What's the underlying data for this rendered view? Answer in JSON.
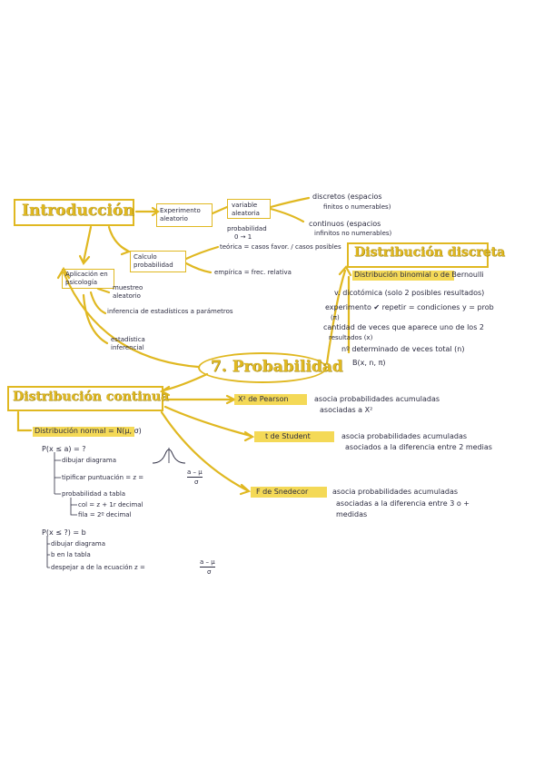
{
  "map": {
    "intro": {
      "title": "Introducción",
      "experimento": "Experimento aleatorio",
      "variable": "variable aleatoria",
      "discretos": "discretos (espacios",
      "discretos2": "finitos o numerables)",
      "continuos": "continuos (espacios",
      "continuos2": "infinitos no numerables)",
      "probabilidad": "probabilidad",
      "rango": "0 → 1",
      "calculo": "Calculo probabilidad",
      "teorica": "teórica = casos favor. / casos posibles",
      "empirica": "empírica = frec. relativa",
      "aplicacion": "Aplicación en psicología",
      "muestreo": "muestreo aleatorio",
      "inferencia": "inferencia de estadísticos a parámetros",
      "estadistica": "estadística inferencial"
    },
    "center": {
      "title": "7. Probabilidad"
    },
    "discreta": {
      "title": "Distribución discreta",
      "binomial": "Distribución binomial o de Bernoulli",
      "dicotomica": "v. dicotómica (solo 2 posibles resultados)",
      "experimento": "experimento ✔ repetir = condiciones y = prob",
      "pi": "(π)",
      "cantidad": "cantidad de veces que aparece uno de los 2",
      "resultados": "resultados (x)",
      "determinado": "nº determinado de veces total (n)",
      "formula": "B(x, n, π)"
    },
    "continua": {
      "title": "Distribución continua",
      "normal": "Distribución normal = N(μ, σ)",
      "p1": "P(x ≤ a) = ?",
      "p1_a": "dibujar diagrama",
      "p1_b": "tipificar puntuación = z =",
      "p1_frac_num": "a – μ",
      "p1_frac_den": "σ",
      "p1_c": "probabilidad a tabla",
      "p1_c1": "col = z + 1r decimal",
      "p1_c2": "fila = 2º decimal",
      "p2": "P(x ≤ ?) = b",
      "p2_a": "dibujar diagrama",
      "p2_b": "b en la tabla",
      "p2_c": "despejar a de la ecuación z =",
      "p2_frac_num": "a – μ",
      "p2_frac_den": "σ"
    },
    "pearson": {
      "label": "X² de Pearson",
      "desc1": "asocia probabilidades acumuladas",
      "desc2": "asociadas a X²"
    },
    "student": {
      "label": "t de Student",
      "desc1": "asocia probabilidades acumuladas",
      "desc2": "asociados a la diferencia entre 2 medias"
    },
    "snedecor": {
      "label": "F de Snedecor",
      "desc1": "asocia probabilidades acumuladas",
      "desc2": "asociadas a la diferencia entre 3 o +",
      "desc3": "medidas"
    }
  },
  "colors": {
    "accent": "#e0b821",
    "highlight": "#f2d23a",
    "ink": "#2b2b40"
  }
}
